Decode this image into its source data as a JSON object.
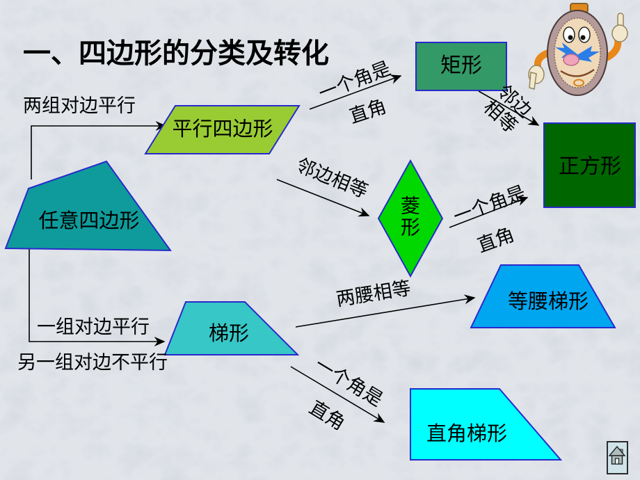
{
  "title": "一、四边形的分类及转化",
  "nodes": {
    "arbitrary": "任意四边形",
    "parallelogram": "平行四边形",
    "rectangle": "矩形",
    "square": "正方形",
    "rhombus": "菱形",
    "trapezoid": "梯形",
    "isosceles_trapezoid": "等腰梯形",
    "right_trapezoid": "直角梯形"
  },
  "edge_labels": {
    "two_pairs_opposite_sides_parallel": "两组对边平行",
    "one_angle_is": "一个角是",
    "right_angle": "直角",
    "adjacent_sides": "邻边",
    "equal": "相等",
    "adjacent_sides_equal": "邻边相等",
    "two_legs_equal": "两腰相等",
    "one_pair_opposite_sides_parallel": "一组对边平行",
    "other_pair_not_parallel": "另一组对边不平行"
  },
  "relations": [
    {
      "from": "任意四边形",
      "to": "平行四边形",
      "condition": "两组对边平行"
    },
    {
      "from": "平行四边形",
      "to": "矩形",
      "condition": "一个角是直角"
    },
    {
      "from": "矩形",
      "to": "正方形",
      "condition": "邻边相等"
    },
    {
      "from": "平行四边形",
      "to": "菱形",
      "condition": "邻边相等"
    },
    {
      "from": "菱形",
      "to": "正方形",
      "condition": "一个角是直角"
    },
    {
      "from": "任意四边形",
      "to": "梯形",
      "condition": "一组对边平行 另一组对边不平行"
    },
    {
      "from": "梯形",
      "to": "等腰梯形",
      "condition": "两腰相等"
    },
    {
      "from": "梯形",
      "to": "直角梯形",
      "condition": "一个角是直角"
    }
  ],
  "colors": {
    "background": "#e1e5ea",
    "shape_border": "#2929cc",
    "arrow": "#000000",
    "arbitrary_fill": "#0f9b9b",
    "parallelogram_fill": "#99cc33",
    "rectangle_fill": "#339966",
    "square_fill": "#006600",
    "rhombus_fill": "#00d800",
    "trapezoid_fill": "#38c7c7",
    "isosceles_trapezoid_fill": "#00a6f0",
    "right_trapezoid_fill": "#00ffff"
  },
  "icons": {
    "home_button": "home-icon",
    "mascot": "clock-mascot"
  }
}
